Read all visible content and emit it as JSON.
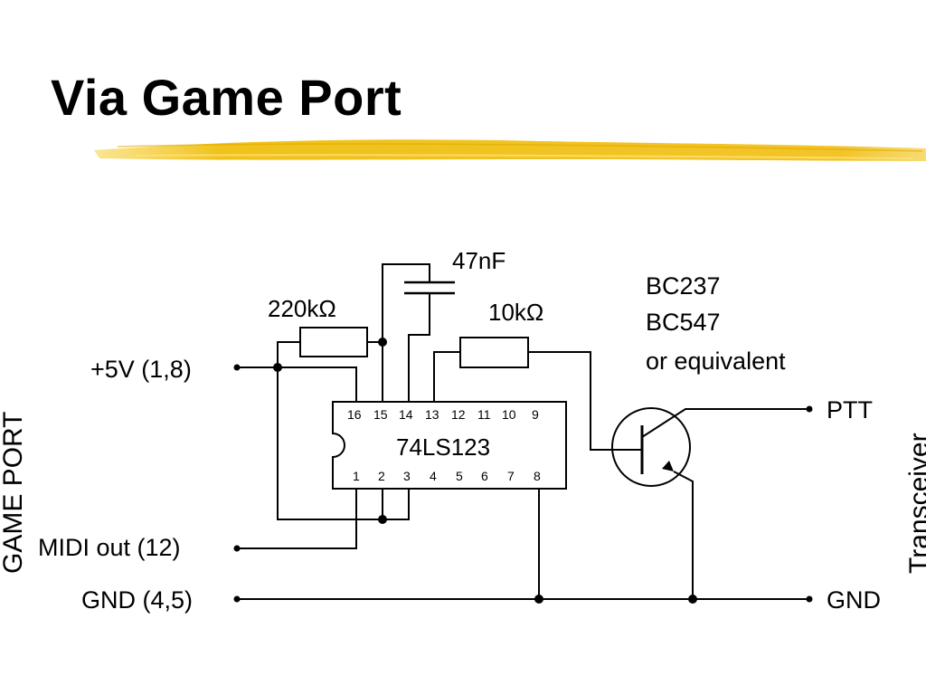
{
  "slide": {
    "title": "Via Game Port",
    "accent_color": "#f2c200"
  },
  "schematic": {
    "group_labels": {
      "left": "GAME PORT",
      "right": "Transceiver"
    },
    "left_connections": [
      "+5V (1,8)",
      "MIDI out (12)",
      "GND (4,5)"
    ],
    "right_connections": [
      "PTT",
      "GND"
    ],
    "components": {
      "resistor_1": "220kΩ",
      "resistor_2": "10kΩ",
      "capacitor": "47nF",
      "ic": "74LS123",
      "transistor": [
        "BC237",
        "BC547",
        "or equivalent"
      ]
    },
    "ic_pins": {
      "top": [
        "16",
        "15",
        "14",
        "13",
        "12",
        "11",
        "10",
        "9"
      ],
      "bottom": [
        "1",
        "2",
        "3",
        "4",
        "5",
        "6",
        "7",
        "8"
      ]
    }
  }
}
